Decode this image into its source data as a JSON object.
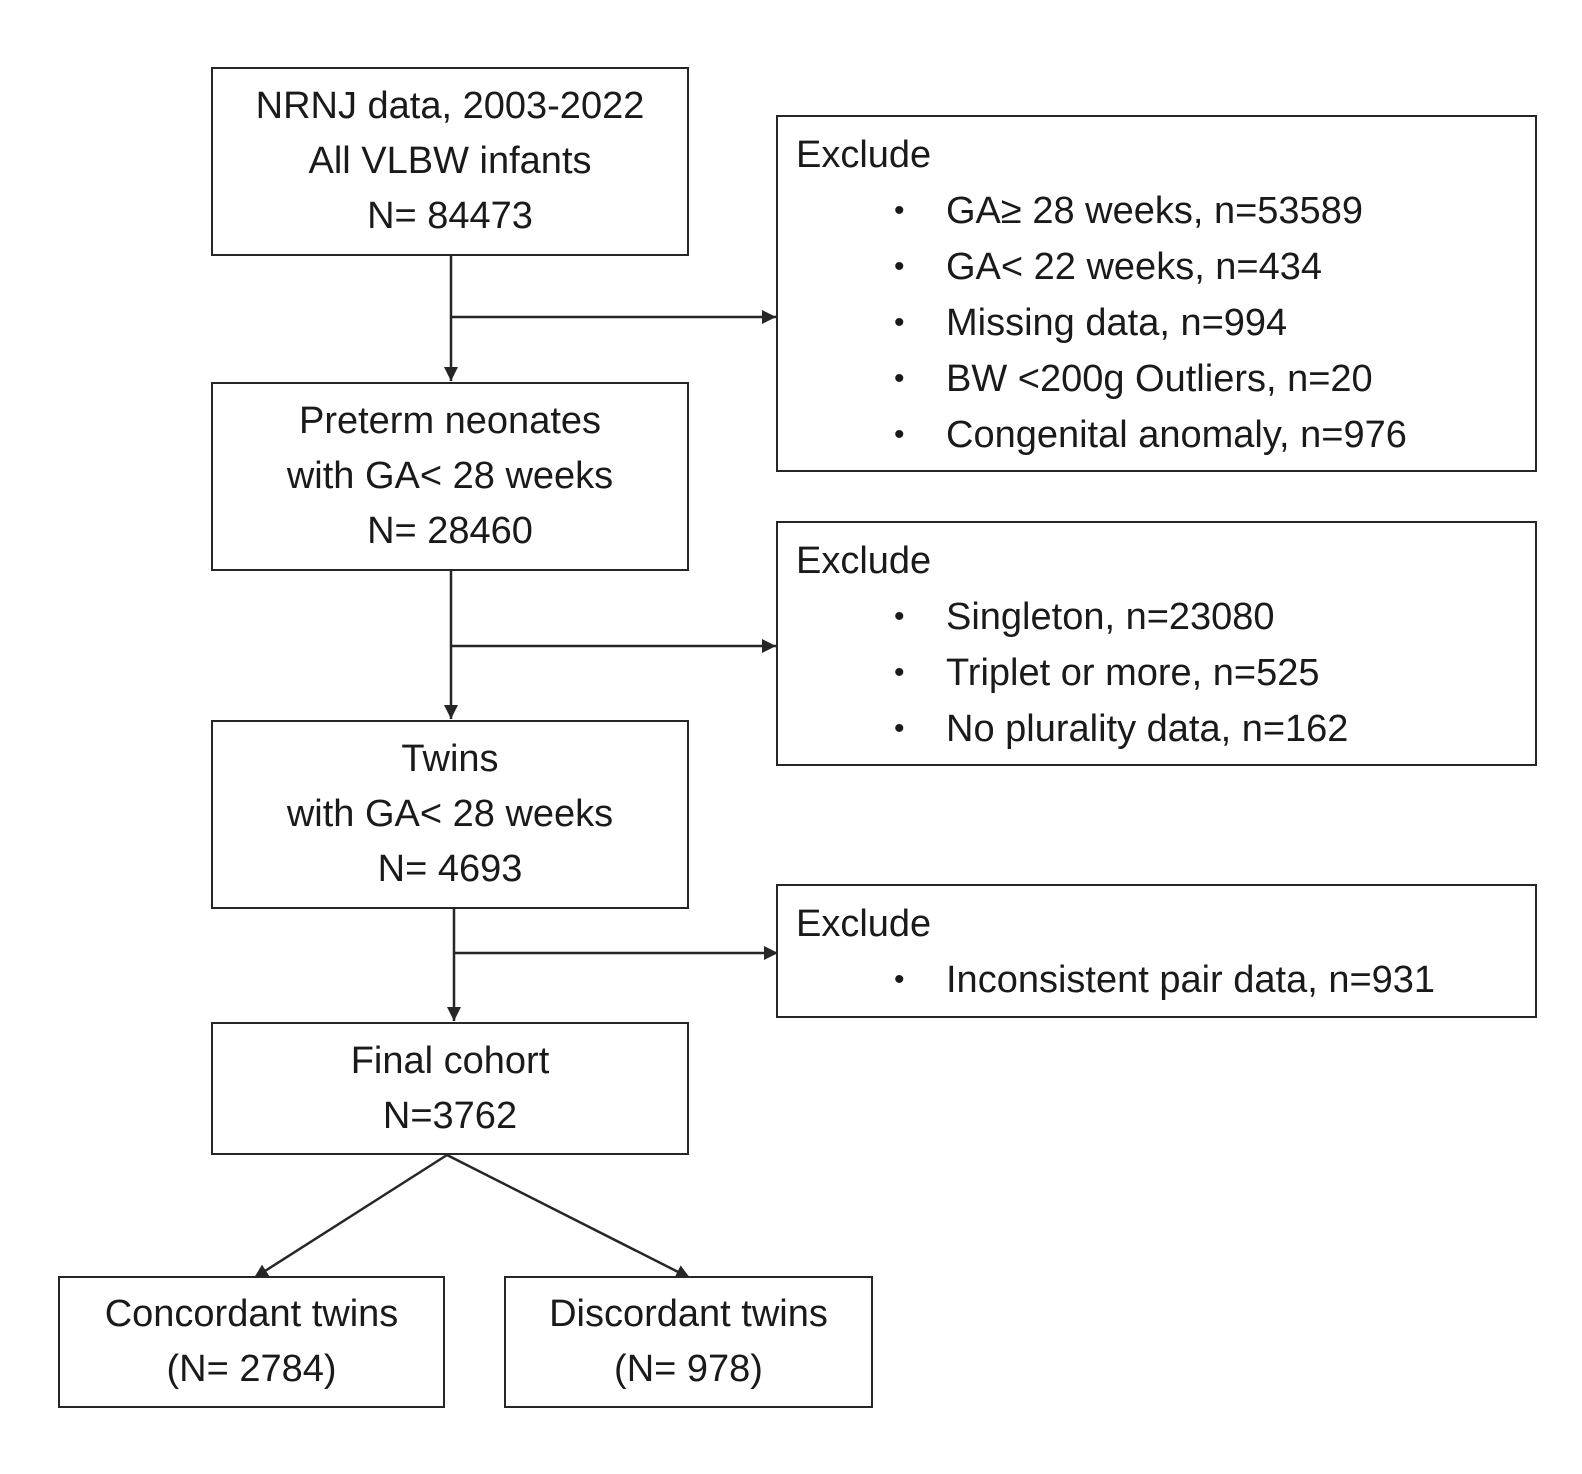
{
  "boxes": {
    "nrnj": {
      "lines": [
        "NRNJ data, 2003-2022",
        "All VLBW infants",
        "N= 84473"
      ]
    },
    "preterm": {
      "lines": [
        "Preterm neonates",
        "with GA< 28 weeks",
        "N= 28460"
      ]
    },
    "twins": {
      "lines": [
        "Twins",
        "with GA< 28 weeks",
        "N= 4693"
      ]
    },
    "final": {
      "lines": [
        "Final cohort",
        "N=3762"
      ]
    },
    "concordant": {
      "lines": [
        "Concordant twins",
        "(N= 2784)"
      ]
    },
    "discordant": {
      "lines": [
        "Discordant twins",
        "(N= 978)"
      ]
    }
  },
  "exclusions": {
    "first": {
      "title": "Exclude",
      "items": [
        "GA≥ 28 weeks, n=53589",
        "GA< 22 weeks, n=434",
        "Missing data, n=994",
        "BW <200g Outliers, n=20",
        "Congenital anomaly, n=976"
      ]
    },
    "second": {
      "title": "Exclude",
      "items": [
        "Singleton, n=23080",
        "Triplet or more, n=525",
        "No plurality data, n=162"
      ]
    },
    "third": {
      "title": "Exclude",
      "items": [
        "Inconsistent pair data, n=931"
      ]
    }
  },
  "bullet_char": "•",
  "colors": {
    "line": "#262626",
    "text": "#1a1a1a",
    "background": "#ffffff"
  }
}
